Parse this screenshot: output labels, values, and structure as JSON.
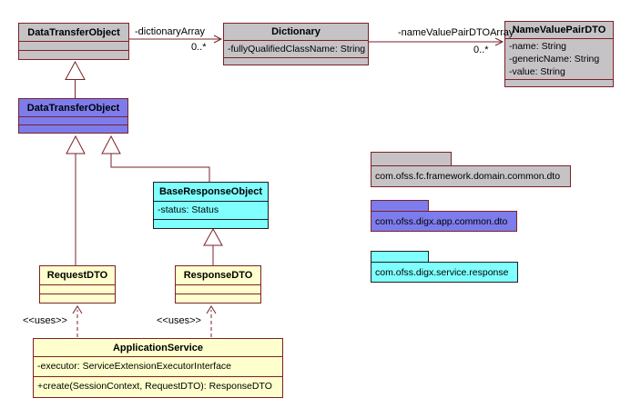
{
  "diagram": {
    "classes": {
      "dto_framework": {
        "name": "DataTransferObject"
      },
      "dictionary": {
        "name": "Dictionary",
        "attributes": [
          "-fullyQualifiedClassName: String"
        ]
      },
      "name_value_pair_dto": {
        "name": "NameValuePairDTO",
        "attributes": [
          "-name: String",
          "-genericName: String",
          "-value: String"
        ]
      },
      "dto_digx": {
        "name": "DataTransferObject"
      },
      "base_response_object": {
        "name": "BaseResponseObject",
        "attributes": [
          "-status: Status"
        ]
      },
      "request_dto": {
        "name": "RequestDTO"
      },
      "response_dto": {
        "name": "ResponseDTO"
      },
      "application_service": {
        "name": "ApplicationService",
        "attributes": [
          "-executor: ServiceExtensionExecutorInterface"
        ],
        "operations": [
          "+create(SessionContext, RequestDTO): ResponseDTO"
        ]
      }
    },
    "associations": [
      {
        "label": "-dictionaryArray",
        "multiplicity": "0..*"
      },
      {
        "label": "-nameValuePairDTOArray",
        "multiplicity": "0..*"
      }
    ],
    "dependencies": [
      {
        "label": "<<uses>>"
      },
      {
        "label": "<<uses>>"
      }
    ],
    "packages": [
      {
        "label": "com.ofss.fc.framework.domain.common.dto",
        "fill": "#c6c3c6"
      },
      {
        "label": "com.ofss.digx.app.common.dto",
        "fill": "#7d7cec"
      },
      {
        "label": "com.ofss.digx.service.response",
        "fill": "#80ffff"
      }
    ],
    "colors": {
      "border_maroon": "#7d2126",
      "border_dark": "#1f1f1f",
      "fill_grey": "#c6c3c6",
      "fill_blue": "#7d7cec",
      "fill_cyan": "#80ffff",
      "fill_yellow": "#ffffcd",
      "background": "#ffffff"
    }
  }
}
